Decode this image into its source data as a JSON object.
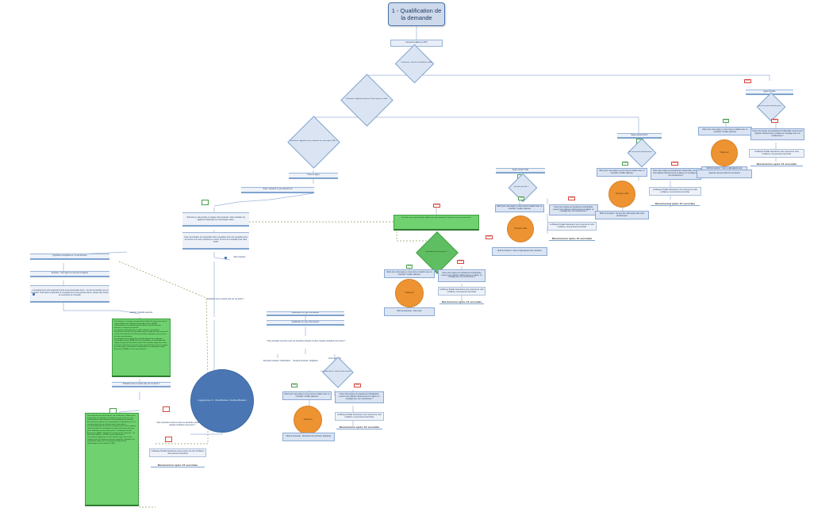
{
  "diagram": {
    "title": "1 - Qualification de la demande",
    "type": "flowchart",
    "language": "fr"
  },
  "palette": {
    "box_fill": "#dbe4f2",
    "box_border": "#8ca9d4",
    "title_fill": "#cfd9ec",
    "title_border": "#4472a8",
    "green_fill": "#6fd16f",
    "green_border": "#3f9e41",
    "orange_fill": "#ed9331",
    "blue_circle": "#4a77b4",
    "yes_tag": "#4aa04c",
    "no_tag": "#d9453c",
    "grey_fill": "#e6e4dd"
  },
  "labels": {
    "yes": "OUI",
    "no": "NON"
  },
  "nodes": {
    "title": "1 - Qualification de la demande",
    "accueil": "Accueil du calléen (en BO)",
    "verif_tel": "Vérification : Numéro de téléphone affilié",
    "verif_client_credit": "Vérification : Appelant référencé Client ayant un crédit",
    "verif_conditions": "Vérification : Appelant avec conditions de souscription OBK ?",
    "prise_en_appel": "Prise en appel",
    "script_appelant": "Script : Appelant ne peut aboutir son",
    "script_intro": "Voici donc je vais prendre en charge votre demande.\nVotre conseiller est également disponible sur votre Espace Client.",
    "script_conv": "Cette conversation est susceptible d'être enregistrée et/ou les enregistrements de service et de votre expérience en client. Si vous ne le souhaitez pas, dites \"NON\"",
    "opposition_oui": "Opposition enregistrée et / ou les données",
    "entretien_pas": "Entretien : votre appel ne sera pas enregistré",
    "bullets_enreg": "– L'enregistrement sera suspendu à la fin de la conversation l'avec\n– En cas de transfert vers un conseiller, l'information d'opposition à l'enregistrement sera précisée dans le dossier afin d'éviter de reconsentir au conseiller",
    "identite_3_donnees": "Identité / 3 Identité associée",
    "rgpd_long": "Vos données à caractère personnel font l'objet de traitements dont la responsabilité est la Banque Postale Assurances (BPA), conformément à la réglementation relative à la protection des données à caractère personnel.\nLes données d'identification et celles relatives aux produits d'assurance ainsi dit sont recueillies dans le cadre de votre contrat. À ce titre, des données de votre pouvant être collectées, sous réserve de votre consentement.\nVos données sont traitées dans l'intérêt légitime de La Banque Postale Assurances (BPA) et/ou fins statistiques, d'amélioration de l'apprentissage de l'entretien social et de connaître expérience client et service, elles sont conservées pour une durée de 5 mois à compter de votre appel. Ces données sont destinées à La Banque Postale Assurances (BPA) et à ses sous-traitants.",
    "souhaitez_droits": "Souhaitez-vous en savoir plus sur vos droits ?",
    "rgpd_droits_long": "Vous disposez d'un droit d'accès, de rectification, d'effacement, d'opposition, de limitation du traitement et du retrait de votre consentement à tout moment et la possibilité de transmettre des directives relatives à la conservation, à l'effacement et à la communication de vos données après votre décès.\nLes droits peuvent être exercés, en précisant vos nom, prénom, adresse postale et en joignant une copie recto verso de votre pièce d'identité, en vous adressant à : La Banque Postale Assurances (BPA) - Délégué à la protection des données - 34 boulevard Galliéni – 92130 Issy-Les-Moulineaux.\nVous pouvez également si vous estimez, après nous avoir contacté, que vos droits ne sont pas respectés, introduire une réclamation auprès de la Commission Nationale de l'Informatique et des Libertés (CNIL).",
    "identite_qualification": "Qualification du type d'demandeur",
    "script_alternatives": "Votre demande concerne-t-elle une demande existante ou alors, laquelle souhaitez-vous suivre ?",
    "demande_existante": "Demande existante / Réclamation",
    "demande_nouvelle": "Nouvelle demande / obligatoire",
    "autre_demande": "Autre demande",
    "diamond_autre": "Demande dans le champ d'intervention ?",
    "logigramme_identification": "Logigramme 2 - Identification / Authentification",
    "orange_1": "Traitement",
    "orange_2": "Traitement",
    "orange_3": "Transférer SCE",
    "orange_4": "Transférer SCE",
    "orange_5": "Traitement",
    "regle_transfert_mvc": "Règle transfert MVC",
    "regle_transfert_sce": "Règle transfert SCE",
    "appel_transf": "appel transféré",
    "diamond_transfert": "Cas de transfert d'interlocuteur",
    "diamond_possible": "Transfert possible ?",
    "script_patientez": "Merci pour votre appel, je vous mets en relation avec un conseiller. Veuillez patienter.",
    "script_indispo": "Toute notre équipe est actuellement indisponible, pouvez-vous rappeler ultérieurement ou laisser un message avec vos coordonnées ?",
    "lbp_remercie": "La Banque Postale Assurances vous remercie de votre confiance, nous pouvons raccrocher",
    "terminator": "Déconnexion après 10 secondes",
    "motif_transfert": "Motif de transfert : Client a déjà appelé sans résolution",
    "motif_demande_paro": "Motif de demande : Demande hors périmètre téléphonie",
    "motif_demande_inj": "Motif de demande : Ne peut être traité appel traité dans l'interlocuteur",
    "motif_sans_suite": "Motif de demande : Sans suite",
    "appel_non_abouti": "Appel de numéro référencé non abouti",
    "script_cible": "Vous êtes sur le point d'arrêter l'édition de votre attestation. Souvenez-vous de votre choix !",
    "diamond_green_lbl": "Souhaitez-vous poursuivre ?",
    "menu_transfert_1": "Menu transfert"
  }
}
